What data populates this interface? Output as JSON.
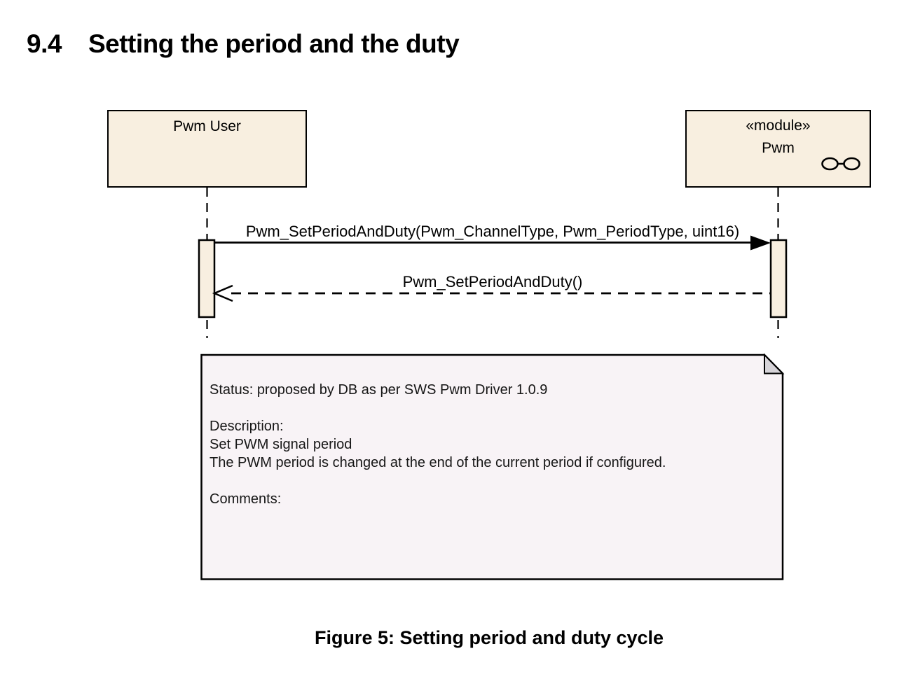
{
  "page": {
    "heading_number": "9.4",
    "heading_title": "Setting the period and the duty",
    "caption": "Figure 5: Setting period and duty cycle"
  },
  "diagram": {
    "type": "uml-sequence",
    "actors": [
      {
        "id": "pwm-user",
        "label": "Pwm User"
      },
      {
        "id": "pwm-module",
        "stereotype": "«module»",
        "label": "Pwm",
        "icon": "linked-circles-icon"
      }
    ],
    "messages": [
      {
        "from": "Pwm User",
        "to": "Pwm",
        "kind": "call",
        "line": "solid",
        "arrowhead": "filled",
        "label": "Pwm_SetPeriodAndDuty(Pwm_ChannelType, Pwm_PeriodType, uint16)"
      },
      {
        "from": "Pwm",
        "to": "Pwm User",
        "kind": "return",
        "line": "dashed",
        "arrowhead": "open",
        "label": "Pwm_SetPeriodAndDuty()"
      }
    ],
    "note": {
      "lines": [
        "Status: proposed by DB as per SWS Pwm Driver 1.0.9",
        "",
        "Description:",
        "Set PWM signal period",
        "The PWM period is changed at the end of the current period if configured.",
        "",
        "Comments:"
      ]
    }
  },
  "colors": {
    "actor_fill": "#F8EFE0",
    "note_fill": "#F8F3F6",
    "fold_fill": "#D6D3D8",
    "line": "#000000"
  }
}
